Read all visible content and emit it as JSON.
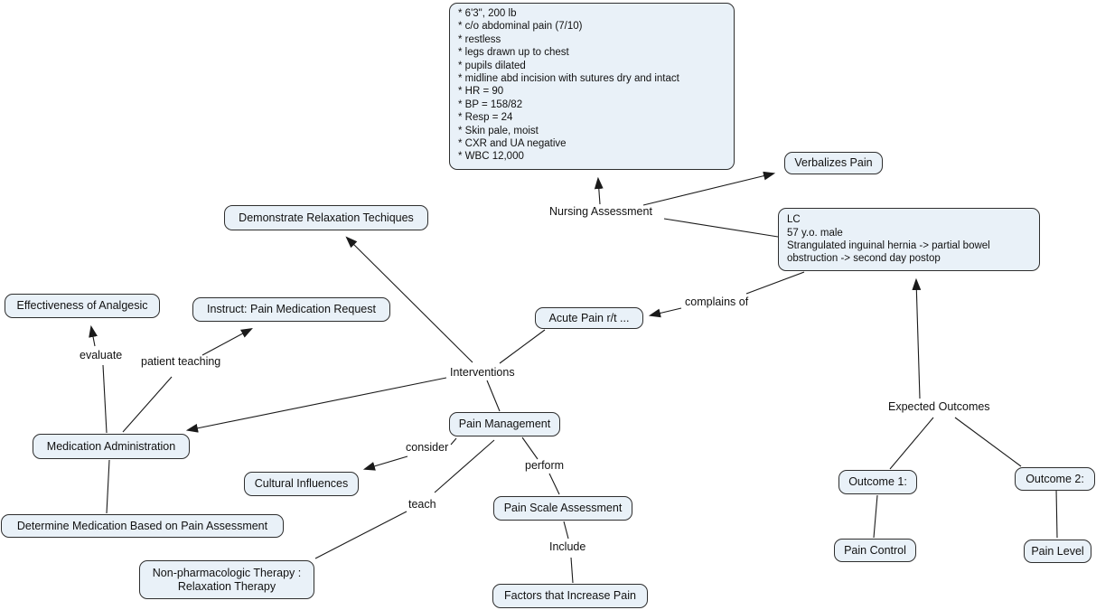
{
  "colors": {
    "background": "#ffffff",
    "node_fill": "#e9f1f8",
    "node_border": "#2e2e2e",
    "line": "#1a1a1a",
    "text": "#111111"
  },
  "nodes": {
    "assessment_findings": "* 6'3\", 200 lb\n* c/o abdominal pain (7/10)\n* restless\n* legs drawn up to chest\n* pupils dilated\n* midline abd incision with sutures dry and intact\n* HR = 90\n* BP = 158/82\n* Resp = 24\n* Skin pale, moist\n* CXR and UA negative\n* WBC 12,000",
    "verbalizes_pain": "Verbalizes Pain",
    "lc_patient": "LC\n57 y.o. male\nStrangulated inguinal hernia -> partial bowel\nobstruction -> second day postop",
    "demonstrate_relaxation": "Demonstrate Relaxation Techiques",
    "effectiveness_analgesic": "Effectiveness of Analgesic",
    "instruct_pain_med": "Instruct: Pain Medication Request",
    "acute_pain": "Acute Pain r/t ...",
    "medication_administration": "Medication Administration",
    "pain_management": "Pain Management",
    "cultural_influences": "Cultural Influences",
    "determine_medication": "Determine Medication Based on Pain Assessment",
    "pain_scale_assessment": "Pain Scale Assessment",
    "non_pharm_therapy": "Non-pharmacologic Therapy :\nRelaxation Therapy",
    "factors_increase_pain": "Factors that Increase Pain",
    "outcome_1": "Outcome 1:",
    "outcome_2": "Outcome 2:",
    "pain_control": "Pain Control",
    "pain_level": "Pain Level"
  },
  "links": {
    "nursing_assessment": "Nursing Assessment",
    "complains_of": "complains of",
    "interventions": "Interventions",
    "evaluate": "evaluate",
    "patient_teaching": "patient teaching",
    "consider": "consider",
    "perform": "perform",
    "teach": "teach",
    "include": "Include",
    "expected_outcomes": "Expected Outcomes"
  }
}
